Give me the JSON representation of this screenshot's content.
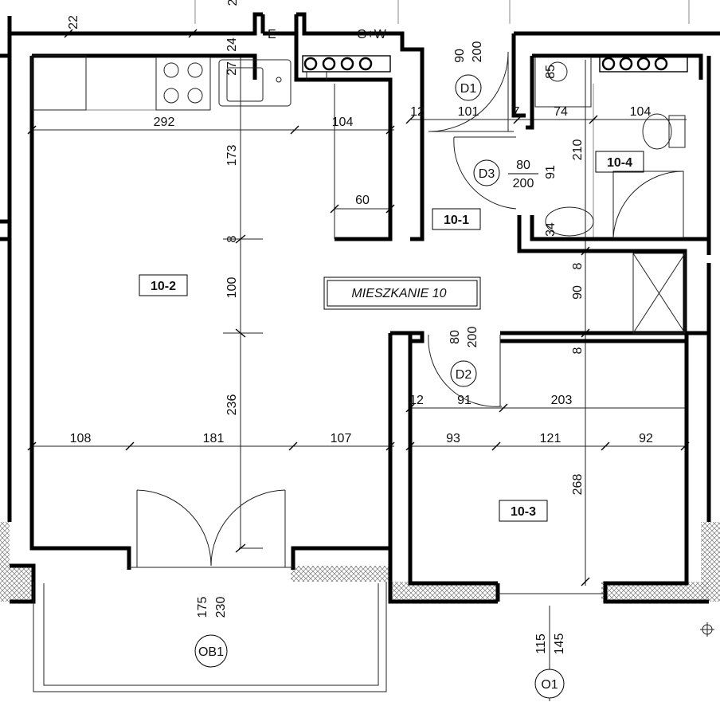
{
  "apartment": {
    "name": "MIESZKANIE 10"
  },
  "rooms": {
    "r1": "10-1",
    "r2": "10-2",
    "r3": "10-3",
    "r4": "10-4"
  },
  "doors": {
    "d1": {
      "label": "D1",
      "width": "90",
      "height": "200"
    },
    "d2": {
      "label": "D2",
      "width": "80",
      "height": "200"
    },
    "d3": {
      "label": "D3",
      "width": "80",
      "height": "200"
    }
  },
  "openings": {
    "ob1": {
      "label": "OB1",
      "a": "175",
      "b": "230"
    },
    "o1": {
      "label": "O1",
      "a": "115",
      "b": "145"
    }
  },
  "installations": {
    "e": "E",
    "gw": "G+W"
  },
  "dimensions": {
    "d22": "22",
    "d24": "24",
    "d27": "27",
    "d2top": "2",
    "d292": "292",
    "d104a": "104",
    "d173": "173",
    "d60": "60",
    "d8a": "8",
    "d100": "100",
    "d236": "236",
    "d108": "108",
    "d181": "181",
    "d107": "107",
    "d12a": "12",
    "d101": "101",
    "d7": "7",
    "d74": "74",
    "d104b": "104",
    "d85": "85",
    "d210": "210",
    "d91a": "91",
    "d34": "34",
    "d8b": "8",
    "d90": "90",
    "d8c": "8",
    "d12b": "12",
    "d91b": "91",
    "d203": "203",
    "d93": "93",
    "d121": "121",
    "d92": "92",
    "d268": "268"
  }
}
